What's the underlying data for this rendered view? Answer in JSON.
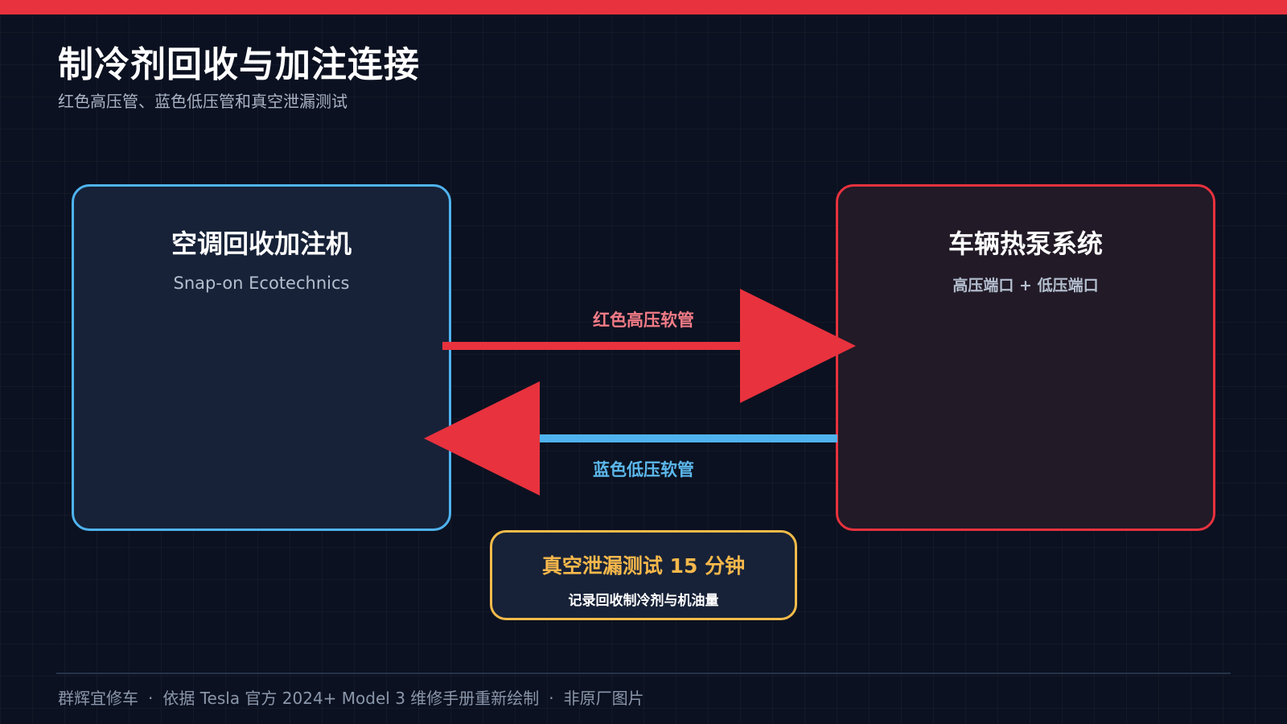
{
  "header": {
    "title": "制冷剂回收与加注连接",
    "subtitle": "红色高压管、蓝色低压管和真空泄漏测试"
  },
  "diagram": {
    "left_box": {
      "title": "空调回收加注机",
      "subtitle": "Snap-on Ecotechnics"
    },
    "right_box": {
      "title": "车辆热泵系统",
      "subtitle": "高压端口 + 低压端口"
    },
    "connections": [
      {
        "label": "红色高压软管",
        "from": "空调回收加注机",
        "to": "车辆热泵系统",
        "color": "#e8323e"
      },
      {
        "label": "蓝色低压软管",
        "from": "车辆热泵系统",
        "to": "空调回收加注机",
        "color": "#4fb3ef"
      }
    ],
    "test_box": {
      "title": "真空泄漏测试 15 分钟",
      "subtitle": "记录回收制冷剂与机油量"
    }
  },
  "footer": {
    "brand": "群辉宜修车",
    "separator": "·",
    "source": "依据 Tesla 官方 2024+ Model 3 维修手册重新绘制",
    "note": "非原厂图片"
  },
  "colors": {
    "accent_red": "#e8323e",
    "accent_blue": "#4fb3ef",
    "accent_amber": "#f4bb4a",
    "background": "#0b1120"
  }
}
